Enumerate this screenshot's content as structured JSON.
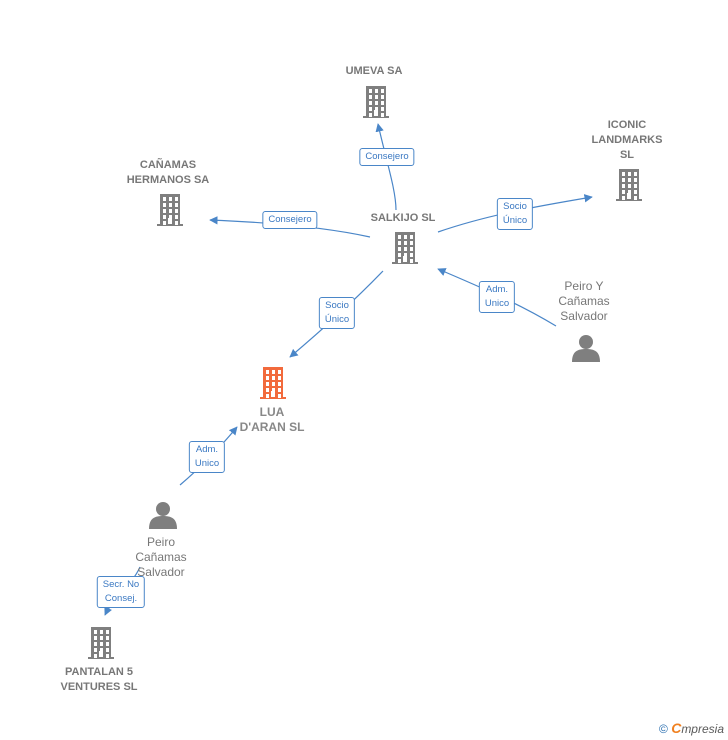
{
  "colors": {
    "edge": "#4a86c8",
    "building": "#7f7f7f",
    "highlight": "#f26a3c",
    "person": "#7f7f7f"
  },
  "nodes": [
    {
      "id": "umeva",
      "label": "UMEVA SA",
      "icon": "building-icon",
      "kind": "company"
    },
    {
      "id": "iconic",
      "label": "ICONIC\nLANDMARKS\nSL",
      "icon": "building-icon",
      "kind": "company"
    },
    {
      "id": "canamas",
      "label": "CAÑAMAS\nHERMANOS SA",
      "icon": "building-icon",
      "kind": "company"
    },
    {
      "id": "salkijo",
      "label": "SALKIJO  SL",
      "icon": "building-icon",
      "kind": "company"
    },
    {
      "id": "peiro1",
      "label": "Peiro Y\nCañamas\nSalvador",
      "icon": "person-icon",
      "kind": "person"
    },
    {
      "id": "lua",
      "label": "LUA\nD'ARAN  SL",
      "icon": "building-icon",
      "kind": "main"
    },
    {
      "id": "peiro2",
      "label": "Peiro\nCañamas\nSalvador",
      "icon": "person-icon",
      "kind": "person"
    },
    {
      "id": "pantalan",
      "label": "PANTALAN 5\nVENTURES  SL",
      "icon": "building-icon",
      "kind": "company"
    }
  ],
  "edges": [
    {
      "from": "salkijo",
      "to": "umeva",
      "label": "Consejero"
    },
    {
      "from": "salkijo",
      "to": "canamas",
      "label": "Consejero"
    },
    {
      "from": "salkijo",
      "to": "iconic",
      "label": "Socio\nÚnico"
    },
    {
      "from": "peiro1",
      "to": "salkijo",
      "label": "Adm.\nUnico"
    },
    {
      "from": "salkijo",
      "to": "lua",
      "label": "Socio\nÚnico"
    },
    {
      "from": "peiro2",
      "to": "lua",
      "label": "Adm.\nUnico"
    },
    {
      "from": "peiro2",
      "to": "pantalan",
      "label": "Secr.  No\nConsej."
    }
  ],
  "footer": {
    "copyright": "©",
    "brand_initial": "C",
    "brand_rest": "mpresia"
  }
}
